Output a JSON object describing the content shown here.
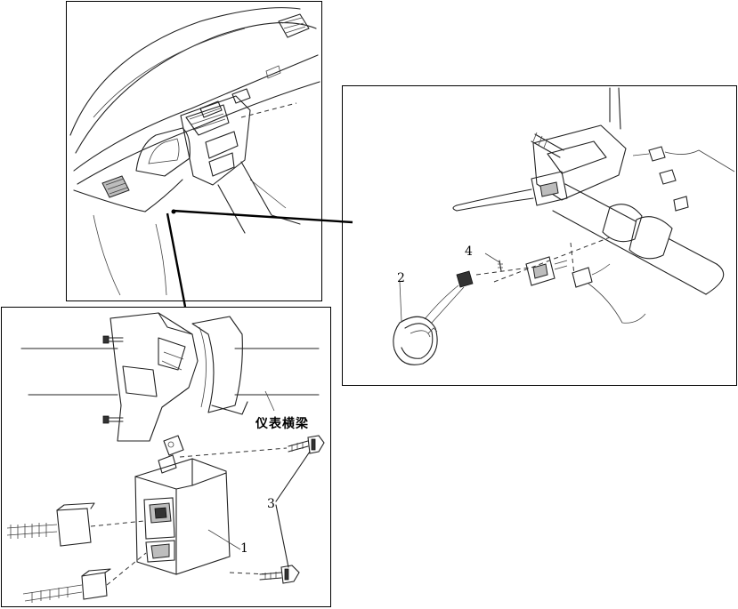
{
  "labels": {
    "part_1": "1",
    "part_2": "2",
    "part_3": "3",
    "part_4": "4",
    "cross_beam": "仪表横梁"
  }
}
